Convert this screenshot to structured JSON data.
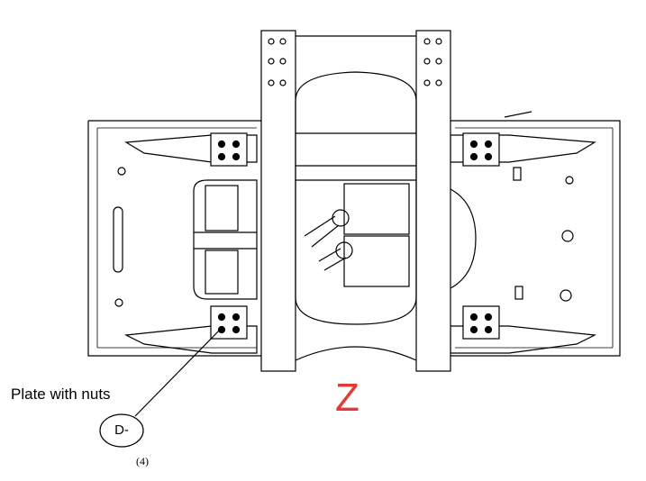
{
  "drawing": {
    "annotation_label": "Plate with nuts",
    "callout_ref": "D-",
    "quantity": "(4)",
    "view_letter": "Z"
  },
  "colors": {
    "line": "#000000",
    "view_letter": "#e53935",
    "fill": "#ffffff"
  }
}
